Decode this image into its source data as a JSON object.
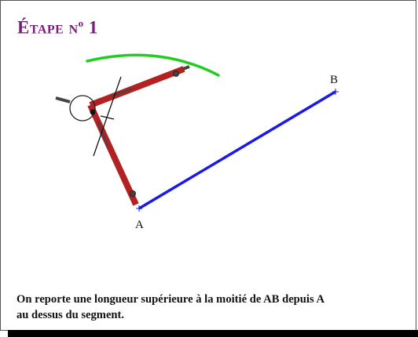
{
  "title": {
    "main": "Étape n",
    "superscript": "o",
    "number": "1"
  },
  "figure": {
    "point_a_label": "A",
    "point_b_label": "B"
  },
  "caption": {
    "line1": "On reporte une longueur supérieure à la moitié de AB depuis A",
    "line2": "au dessus du segment."
  },
  "colors": {
    "title": "#7a1a7a",
    "segment": "#1a1ae6",
    "arc": "#22cc22",
    "compass": "#b22222",
    "compass_dark": "#444444",
    "text": "#111111"
  }
}
